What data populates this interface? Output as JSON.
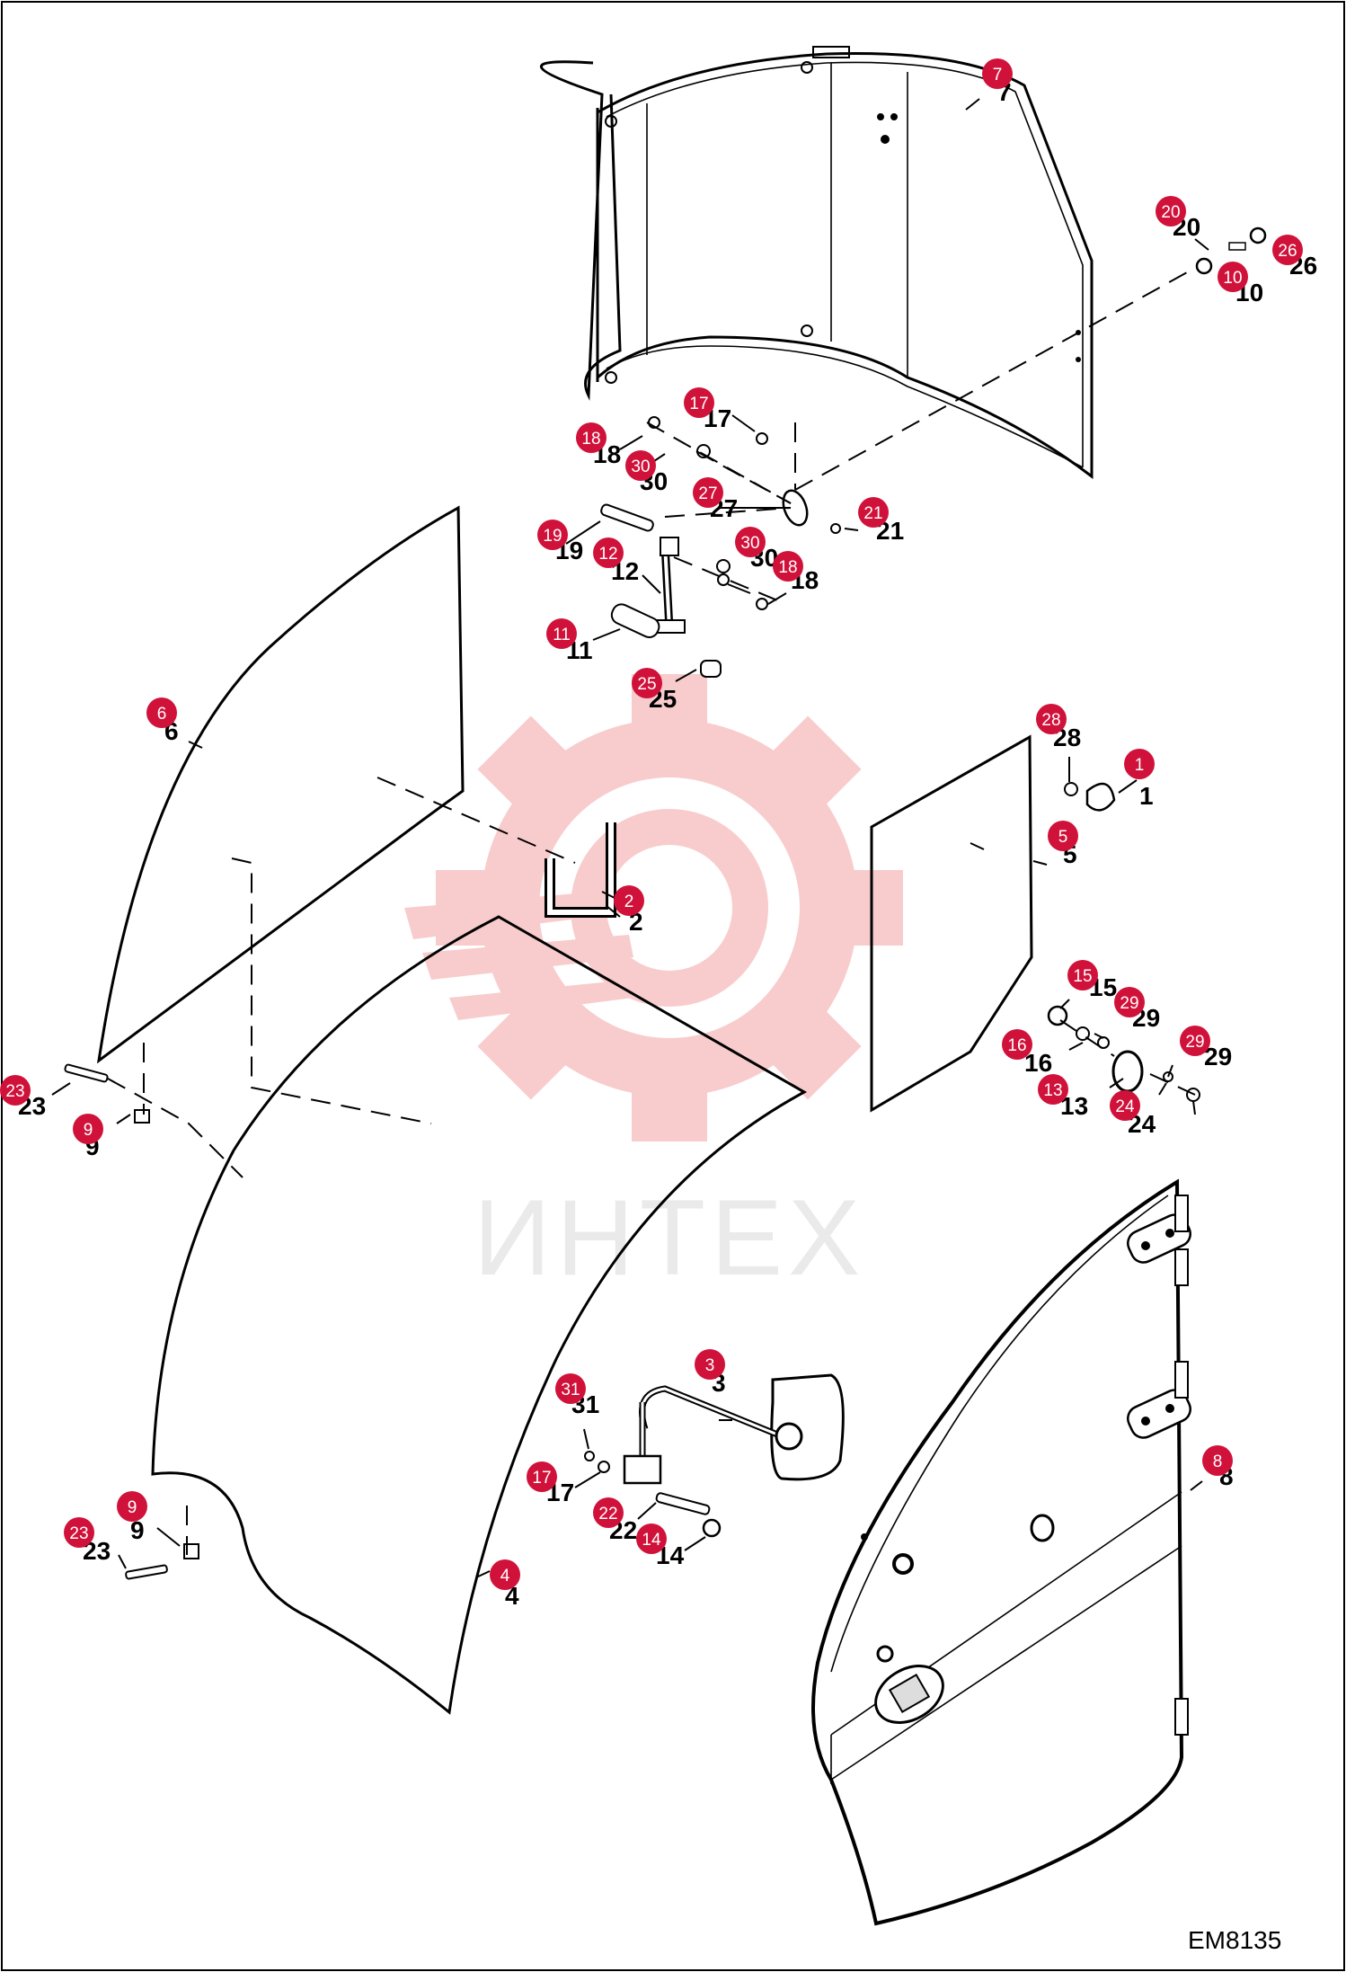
{
  "drawing_code": "EM8135",
  "watermark": {
    "text": "ИНТЕХ",
    "color": "#f7c0c0"
  },
  "callout_color": "#d0123a",
  "callouts": [
    {
      "id": "c1",
      "text": "1"
    },
    {
      "id": "c2",
      "text": "2"
    },
    {
      "id": "c3",
      "text": "3"
    },
    {
      "id": "c4",
      "text": "4"
    },
    {
      "id": "c5",
      "text": "5"
    },
    {
      "id": "c6",
      "text": "6"
    },
    {
      "id": "c7",
      "text": "7"
    },
    {
      "id": "c8",
      "text": "8"
    },
    {
      "id": "c9a",
      "text": "9"
    },
    {
      "id": "c9b",
      "text": "9"
    },
    {
      "id": "c10",
      "text": "10"
    },
    {
      "id": "c11",
      "text": "11"
    },
    {
      "id": "c12",
      "text": "12"
    },
    {
      "id": "c13",
      "text": "13"
    },
    {
      "id": "c14",
      "text": "14"
    },
    {
      "id": "c15",
      "text": "15"
    },
    {
      "id": "c16",
      "text": "16"
    },
    {
      "id": "c17a",
      "text": "17"
    },
    {
      "id": "c17b",
      "text": "17"
    },
    {
      "id": "c18a",
      "text": "18"
    },
    {
      "id": "c18b",
      "text": "18"
    },
    {
      "id": "c19",
      "text": "19"
    },
    {
      "id": "c20",
      "text": "20"
    },
    {
      "id": "c21",
      "text": "21"
    },
    {
      "id": "c22",
      "text": "22"
    },
    {
      "id": "c23a",
      "text": "23"
    },
    {
      "id": "c23b",
      "text": "23"
    },
    {
      "id": "c24",
      "text": "24"
    },
    {
      "id": "c25",
      "text": "25"
    },
    {
      "id": "c26",
      "text": "26"
    },
    {
      "id": "c27",
      "text": "27"
    },
    {
      "id": "c28",
      "text": "28"
    },
    {
      "id": "c29a",
      "text": "29"
    },
    {
      "id": "c29b",
      "text": "29"
    },
    {
      "id": "c30a",
      "text": "30"
    },
    {
      "id": "c30b",
      "text": "30"
    },
    {
      "id": "c31",
      "text": "31"
    }
  ],
  "part_numbers": [
    {
      "id": "n1",
      "text": "1"
    },
    {
      "id": "n2",
      "text": "2"
    },
    {
      "id": "n3",
      "text": "3"
    },
    {
      "id": "n4",
      "text": "4"
    },
    {
      "id": "n5",
      "text": "5"
    },
    {
      "id": "n6",
      "text": "6"
    },
    {
      "id": "n7",
      "text": "7"
    },
    {
      "id": "n8",
      "text": "8"
    },
    {
      "id": "n9a",
      "text": "9"
    },
    {
      "id": "n9b",
      "text": "9"
    },
    {
      "id": "n10",
      "text": "10"
    },
    {
      "id": "n11",
      "text": "11"
    },
    {
      "id": "n12",
      "text": "12"
    },
    {
      "id": "n13",
      "text": "13"
    },
    {
      "id": "n14",
      "text": "14"
    },
    {
      "id": "n15",
      "text": "15"
    },
    {
      "id": "n16",
      "text": "16"
    },
    {
      "id": "n17a",
      "text": "17"
    },
    {
      "id": "n17b",
      "text": "17"
    },
    {
      "id": "n18a",
      "text": "18"
    },
    {
      "id": "n18b",
      "text": "18"
    },
    {
      "id": "n19",
      "text": "19"
    },
    {
      "id": "n20",
      "text": "20"
    },
    {
      "id": "n21",
      "text": "21"
    },
    {
      "id": "n22",
      "text": "22"
    },
    {
      "id": "n23a",
      "text": "23"
    },
    {
      "id": "n23b",
      "text": "23"
    },
    {
      "id": "n24",
      "text": "24"
    },
    {
      "id": "n25",
      "text": "25"
    },
    {
      "id": "n26",
      "text": "26"
    },
    {
      "id": "n27",
      "text": "27"
    },
    {
      "id": "n28",
      "text": "28"
    },
    {
      "id": "n29a",
      "text": "29"
    },
    {
      "id": "n29b",
      "text": "29"
    },
    {
      "id": "n30a",
      "text": "30"
    },
    {
      "id": "n30b",
      "text": "30"
    },
    {
      "id": "n31",
      "text": "31"
    }
  ]
}
